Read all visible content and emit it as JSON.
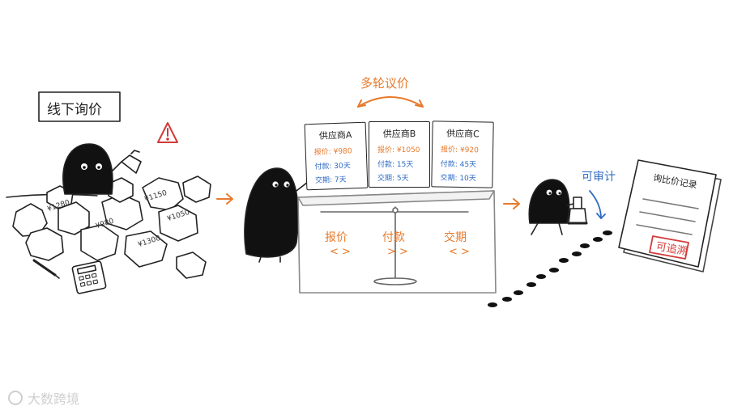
{
  "offline_inquiry_label": "线下询价",
  "scattered_prices": [
    "¥1280",
    "¥1150",
    "¥980",
    "¥1050",
    "¥1300"
  ],
  "multi_round_label": "多轮议价",
  "suppliers": [
    {
      "name": "供应商A",
      "price": "报价: ¥980",
      "payment": "付款: 30天",
      "delivery": "交期: 7天"
    },
    {
      "name": "供应商B",
      "price": "报价: ¥1050",
      "payment": "付款: 15天",
      "delivery": "交期: 5天"
    },
    {
      "name": "供应商C",
      "price": "报价: ¥920",
      "payment": "付款: 45天",
      "delivery": "交期: 10天"
    }
  ],
  "compare_columns": [
    {
      "label": "报价",
      "sign": "< >"
    },
    {
      "label": "付款",
      "sign": "> >"
    },
    {
      "label": "交期",
      "sign": "< >"
    }
  ],
  "auditable_label": "可审计",
  "record_title": "询比价记录",
  "record_stamp": "可追溯",
  "watermark": "大数跨境",
  "colors": {
    "accent_orange": "#e8792b",
    "accent_blue": "#2f6bc4",
    "stamp_red": "#d23a3a",
    "ink": "#222222"
  }
}
